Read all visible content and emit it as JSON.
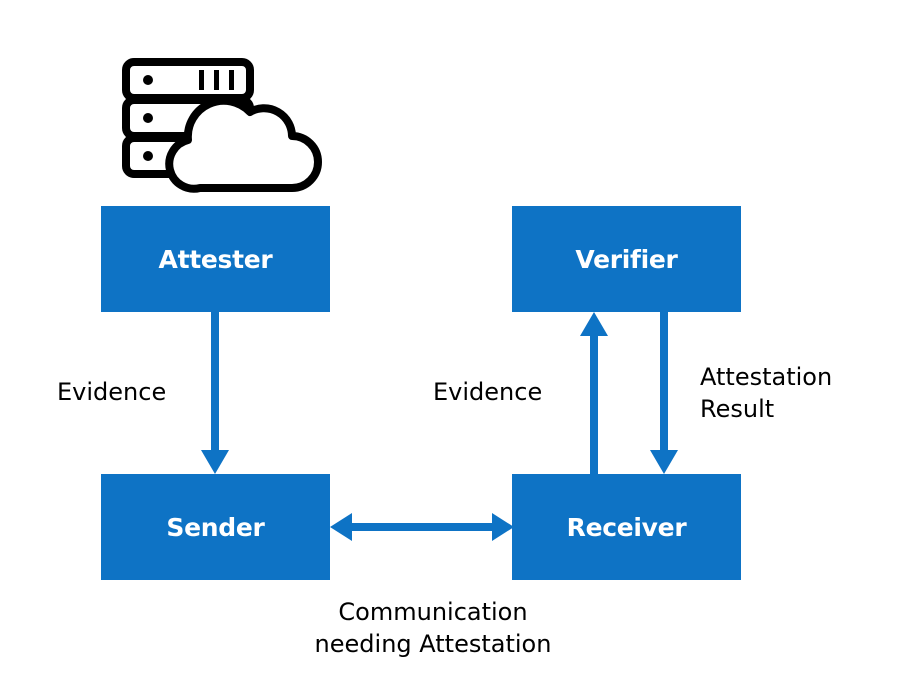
{
  "boxes": {
    "attester": "Attester",
    "verifier": "Verifier",
    "sender": "Sender",
    "receiver": "Receiver"
  },
  "labels": {
    "evidence_left": "Evidence",
    "evidence_right": "Evidence",
    "attestation_result_line1": "Attestation",
    "attestation_result_line2": "Result",
    "communication_line1": "Communication",
    "communication_line2": "needing Attestation"
  },
  "icons": {
    "server": "server-icon",
    "cloud": "cloud-icon"
  },
  "colors": {
    "box_fill": "#0e73c5",
    "box_text": "#ffffff",
    "arrow": "#0e73c5",
    "label_text": "#000000"
  }
}
